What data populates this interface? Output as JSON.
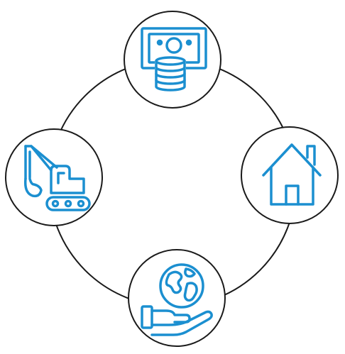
{
  "diagram": {
    "type": "cycle",
    "ring_color": "#1a1a1a",
    "icon_color": "#1b8fd0",
    "node_fill": "#ffffff",
    "nodes": [
      {
        "position": "top",
        "icon": "money-coins-icon"
      },
      {
        "position": "right",
        "icon": "house-icon"
      },
      {
        "position": "bottom",
        "icon": "globe-in-hand-icon"
      },
      {
        "position": "left",
        "icon": "excavator-icon"
      }
    ]
  }
}
